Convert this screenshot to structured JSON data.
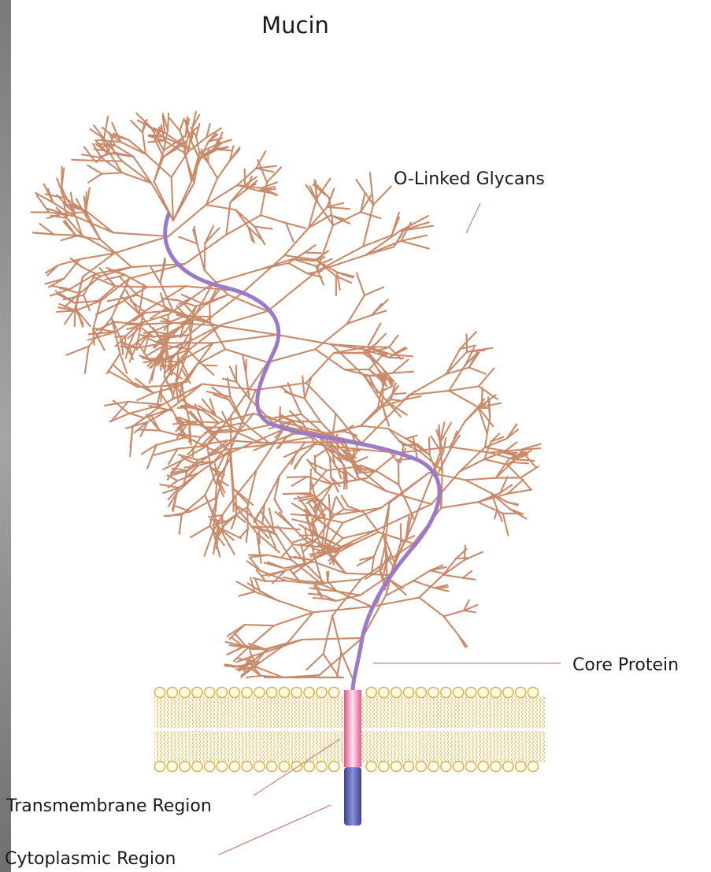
{
  "title": "Mucin",
  "labels": {
    "glycans": "O-Linked Glycans",
    "core_protein": "Core Protein",
    "transmembrane": "Transmembrane Region",
    "cytoplasmic": "Cytoplasmic Region"
  },
  "colors": {
    "background_texture": "#8a8a8a",
    "panel": "#ffffff",
    "glycan_chain": "#c98a6a",
    "core_protein": "#9b7ac8",
    "transmembrane_segment": "#e77aa2",
    "cytoplasmic_segment": "#5a63b0",
    "lipid_bilayer": "#e7c25a",
    "leader_line": "#c98a7a"
  }
}
